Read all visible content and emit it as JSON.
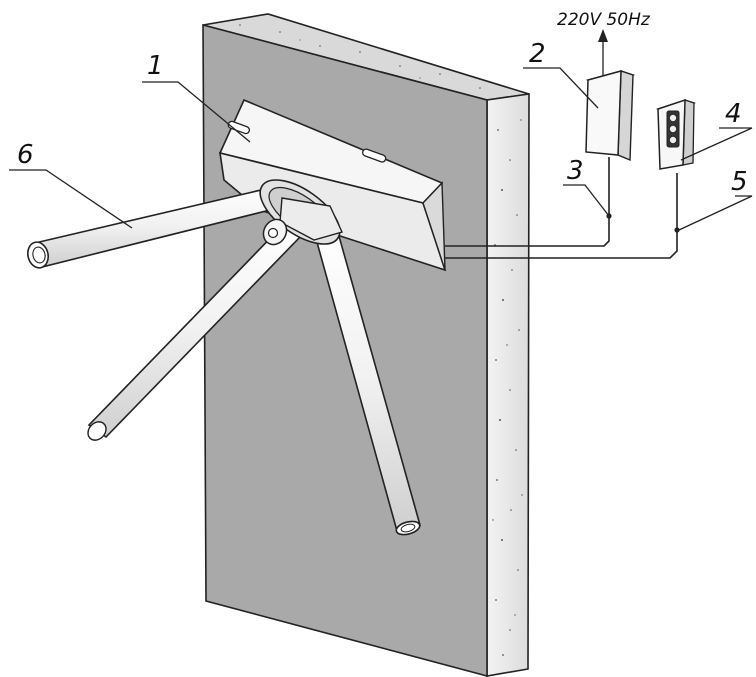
{
  "power_label": "220V 50Hz",
  "callouts": {
    "c1": "1",
    "c2": "2",
    "c3": "3",
    "c4": "4",
    "c5": "5",
    "c6": "6"
  },
  "colors": {
    "wall_face": "#a9a9a9",
    "wall_side": "#ebebeb",
    "wall_top": "#d7d7d7",
    "metal": "#f4f4f4",
    "outline": "#222222"
  }
}
